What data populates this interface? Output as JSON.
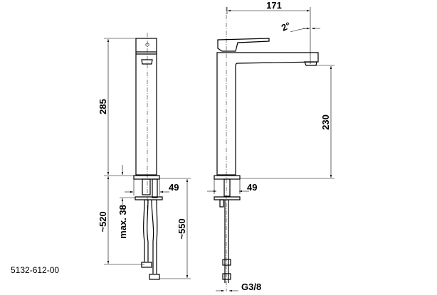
{
  "drawing_number": "5132-612-00",
  "dimensions": {
    "side_height": "285",
    "total_below": "~520",
    "max_thickness": "max. 38",
    "left_base_width": "49",
    "hose_length": "~550",
    "spout_reach": "171",
    "spout_angle": "2°",
    "spout_height": "230",
    "right_base_width": "49",
    "thread": "G3/8"
  }
}
